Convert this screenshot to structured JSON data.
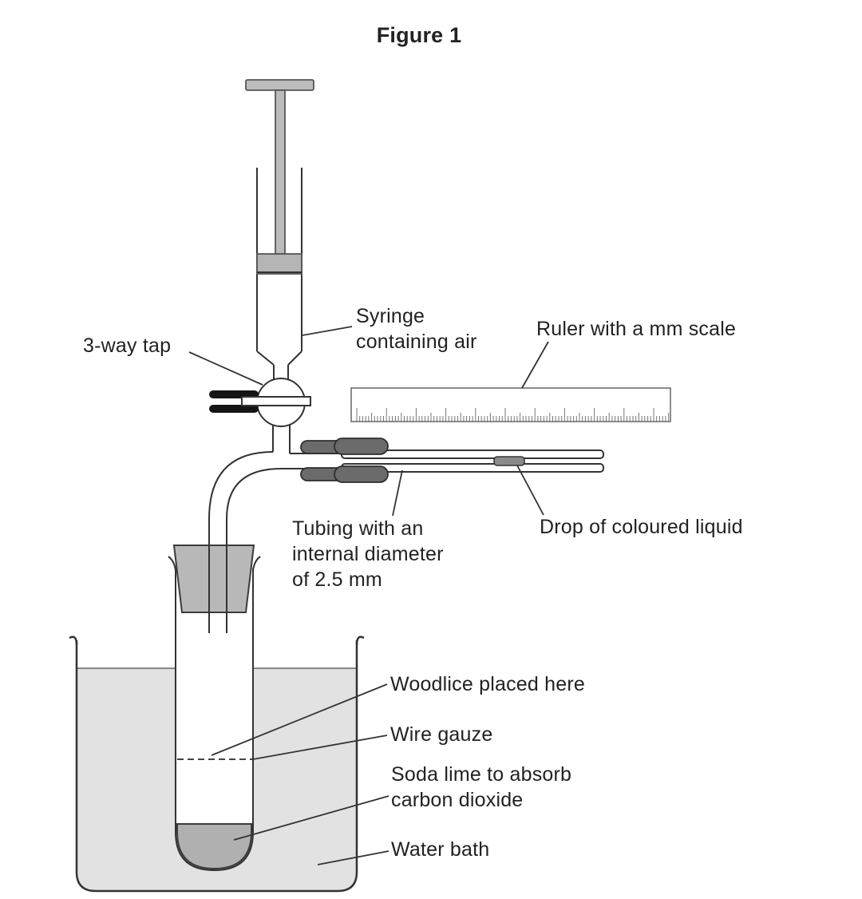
{
  "figure": {
    "title": "Figure 1"
  },
  "labels": {
    "syringe": "Syringe\ncontaining air",
    "three_way_tap": "3-way tap",
    "ruler": "Ruler with a mm scale",
    "tubing": "Tubing with an\ninternal diameter\nof 2.5 mm",
    "drop": "Drop of coloured liquid",
    "woodlice": "Woodlice placed here",
    "wire_gauze": "Wire gauze",
    "soda_lime": "Soda lime to absorb\ncarbon dioxide",
    "water_bath": "Water bath"
  },
  "colors": {
    "ink": "#333333",
    "text": "#222222",
    "plunger_gray": "#bcbcbc",
    "seal_gray": "#b5b5b5",
    "handle_black": "#151515",
    "rubber_gray": "#6b6b6b",
    "drop_gray": "#8a8a8a",
    "bung_gray": "#b8b8b8",
    "soda_lime_gray": "#b0b0b0",
    "water_gray": "#e2e2e2",
    "tick_gray": "#777777"
  }
}
